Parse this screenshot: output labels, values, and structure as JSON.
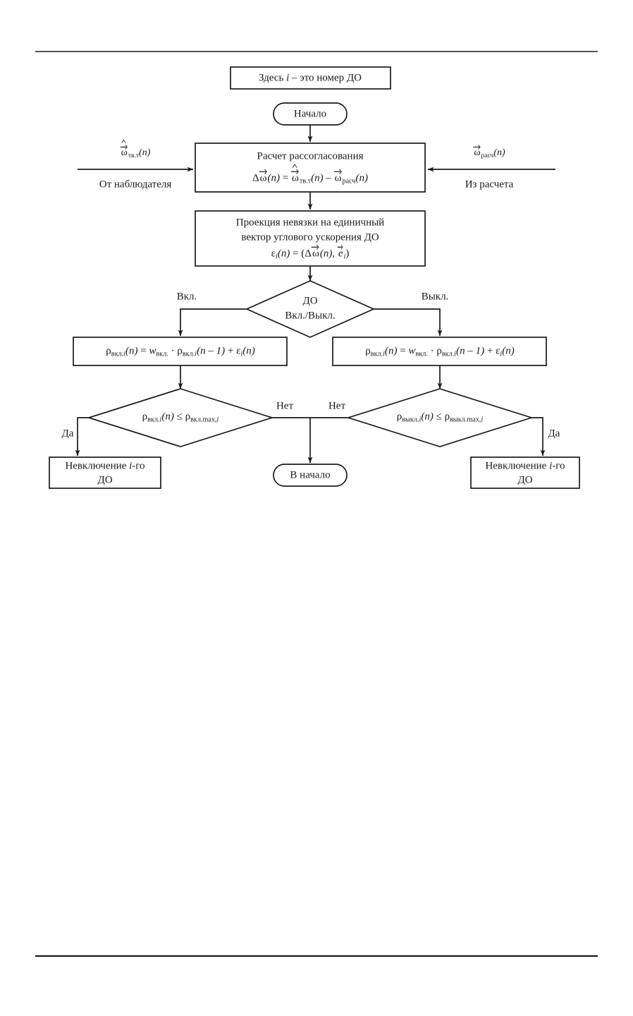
{
  "document": {
    "kind": "flowchart-figure",
    "language": "ru",
    "line_color": "#1a1a1a",
    "rule_color_top": "#555555",
    "rule_color_bottom": "#0c0c0c",
    "background": "#ffffff"
  },
  "nodes": {
    "note": {
      "shape": "rect",
      "text": "Здесь i – это номер ДО",
      "parts": {
        "pre": "Здесь ",
        "var": "i",
        "post": " – это номер ДО"
      }
    },
    "start": {
      "shape": "terminator",
      "text": "Начало"
    },
    "mismatch": {
      "shape": "rect",
      "line1": "Расчет рассогласования",
      "formula": {
        "lhs_delta": "Δ",
        "lhs_omega": "ω",
        "lhs_arg": "(n)",
        "eq": "=",
        "t1_omega": "ω",
        "t1_sub": "тв.т",
        "t1_arg": "(n)",
        "minus": "–",
        "t2_omega": "ω",
        "t2_sub": "расч",
        "t2_arg": "(n)"
      }
    },
    "projection": {
      "shape": "rect",
      "line1": "Проекция невязки на единичный",
      "line2": "вектор углового ускорения ДО",
      "formula": {
        "eps": "ε",
        "eps_sub": "i",
        "eps_arg": "(n)",
        "eq": "=",
        "open": "(",
        "delta": "Δ",
        "omega": "ω",
        "omega_arg": "(n)",
        "comma": ", ",
        "e": "e",
        "e_sub": "i",
        "close": ")"
      }
    },
    "decision_onoff": {
      "shape": "diamond",
      "line1": "ДО",
      "line2": "Вкл./Выкл."
    },
    "accum_left": {
      "shape": "rect",
      "formula": {
        "rho1": "ρ",
        "rho1_sub_txt": "вкл.",
        "rho1_sub_i": "i",
        "rho1_arg": "(n)",
        "eq": "=",
        "w": "w",
        "w_sub": "вкл.",
        "dot": "·",
        "rho2": "ρ",
        "rho2_sub_txt": "вкл.",
        "rho2_sub_i": "i",
        "rho2_arg": "(n – 1)",
        "plus": "+",
        "eps": "ε",
        "eps_sub": "i",
        "eps_arg": "(n)"
      }
    },
    "accum_right": {
      "shape": "rect",
      "formula": {
        "rho1": "ρ",
        "rho1_sub_txt": "вкл.",
        "rho1_sub_i": "i",
        "rho1_arg": "(n)",
        "eq": "=",
        "w": "w",
        "w_sub": "вкл.",
        "dot": "·",
        "rho2": "ρ",
        "rho2_sub_txt": "вкл.",
        "rho2_sub_i": "i",
        "rho2_arg": "(n – 1)",
        "plus": "+",
        "eps": "ε",
        "eps_sub": "i",
        "eps_arg": "(n)"
      }
    },
    "decision_left": {
      "shape": "diamond",
      "formula": {
        "rho1": "ρ",
        "rho1_sub_txt": "вкл.",
        "rho1_sub_i": "i",
        "rho1_arg": "(n)",
        "le": "≤",
        "rho2": "ρ",
        "rho2_sub_txt": "вкл.max,",
        "rho2_sub_i": "i"
      }
    },
    "decision_right": {
      "shape": "diamond",
      "formula": {
        "rho1": "ρ",
        "rho1_sub_txt": "выкл.",
        "rho1_sub_i": "i",
        "rho1_arg": "(n)",
        "le": "≤",
        "rho2": "ρ",
        "rho2_sub_txt": "выкл.max,",
        "rho2_sub_i": "i"
      }
    },
    "result_left": {
      "shape": "rect",
      "line1_pre": "Невключение ",
      "line1_var": "i",
      "line1_post": "-го",
      "line2": "ДО"
    },
    "result_right": {
      "shape": "rect",
      "line1_pre": "Невключение ",
      "line1_var": "i",
      "line1_post": "-го",
      "line2": "ДО"
    },
    "back_to_start": {
      "shape": "terminator",
      "text": "В начало"
    }
  },
  "inputs": {
    "left": {
      "symbol_omega": "ω",
      "symbol_sub": "тв.т",
      "symbol_arg": "(n)",
      "caption": "От наблюдателя"
    },
    "right": {
      "symbol_omega": "ω",
      "symbol_sub": "расч",
      "symbol_arg": "(n)",
      "caption": "Из расчета"
    }
  },
  "edge_labels": {
    "on": "Вкл.",
    "off": "Выкл.",
    "yes_left": "Да",
    "no_left": "Нет",
    "no_right": "Нет",
    "yes_right": "Да"
  }
}
